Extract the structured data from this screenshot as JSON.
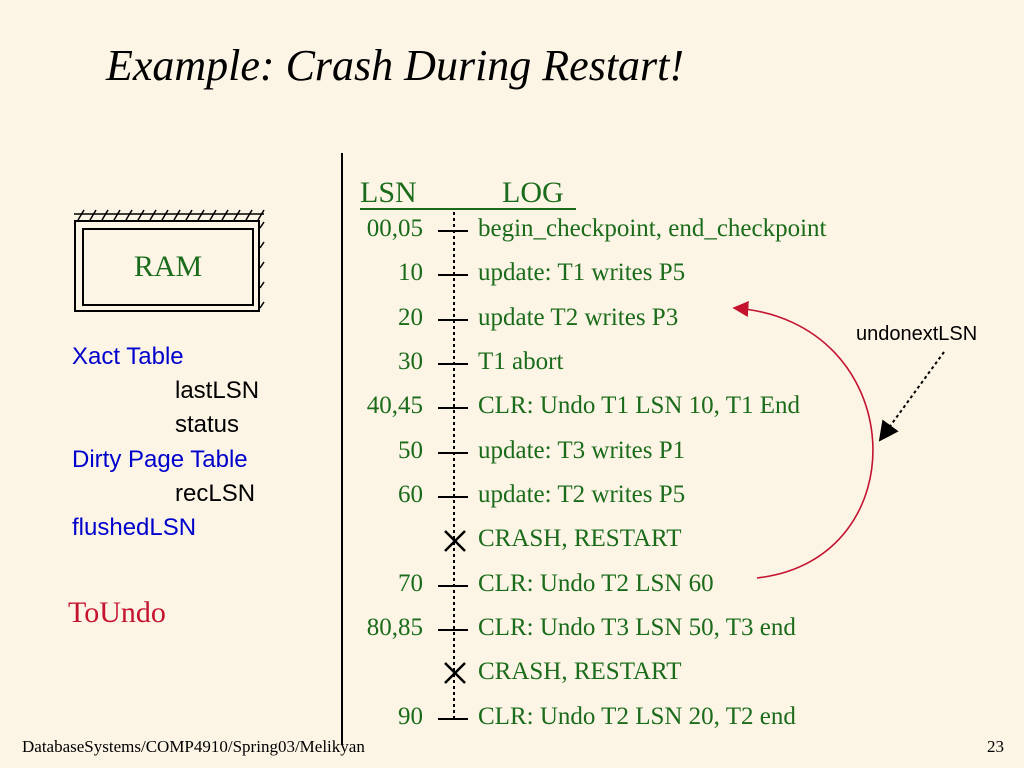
{
  "title": "Example: Crash During Restart!",
  "ram": {
    "label": "RAM"
  },
  "left_panel": {
    "xact_table": "Xact Table",
    "last_lsn": "lastLSN",
    "status": "status",
    "dirty_page_table": "Dirty Page Table",
    "rec_lsn": "recLSN",
    "flushed_lsn": "flushedLSN",
    "to_undo": "ToUndo"
  },
  "log": {
    "header_lsn": "LSN",
    "header_log": "LOG",
    "rows": [
      {
        "lsn": "00,05",
        "entry": "begin_checkpoint, end_checkpoint",
        "marker": "tick"
      },
      {
        "lsn": "10",
        "entry": "update: T1 writes P5",
        "marker": "tick"
      },
      {
        "lsn": "20",
        "entry": "update T2 writes P3",
        "marker": "tick"
      },
      {
        "lsn": "30",
        "entry": "T1 abort",
        "marker": "tick"
      },
      {
        "lsn": "40,45",
        "entry": "CLR: Undo T1 LSN 10, T1 End",
        "marker": "tick"
      },
      {
        "lsn": "50",
        "entry": "update: T3 writes P1",
        "marker": "tick"
      },
      {
        "lsn": "60",
        "entry": "update: T2 writes P5",
        "marker": "tick"
      },
      {
        "lsn": "",
        "entry": "CRASH, RESTART",
        "marker": "cross"
      },
      {
        "lsn": "70",
        "entry": "CLR: Undo T2 LSN 60",
        "marker": "tick"
      },
      {
        "lsn": "80,85",
        "entry": "CLR: Undo T3 LSN 50, T3 end",
        "marker": "tick"
      },
      {
        "lsn": "",
        "entry": "CRASH, RESTART",
        "marker": "cross"
      },
      {
        "lsn": "90",
        "entry": "CLR: Undo T2 LSN 20, T2 end",
        "marker": "tick"
      }
    ]
  },
  "annotation": {
    "undo_next_label": "undonextLSN"
  },
  "footer": {
    "source": "DatabaseSystems/COMP4910/Spring03/Melikyan",
    "page_number": "23"
  },
  "colors": {
    "background": "#fcf5e6",
    "log_text": "#1a6b1a",
    "link_text": "#0000cc",
    "accent": "#c4122f"
  }
}
